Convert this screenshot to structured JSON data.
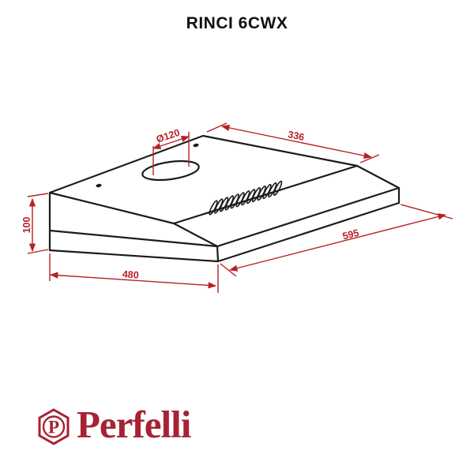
{
  "title": "RINCI 6CWX",
  "drawing": {
    "type": "technical-dimension-drawing",
    "subject": "kitchen range hood, isometric view",
    "dimensions": {
      "duct_diameter": "Ø120",
      "top_depth": "336",
      "width": "595",
      "bottom_depth": "480",
      "height": "100"
    },
    "colors": {
      "outline": "#1c1c1c",
      "dimension": "#b72025"
    }
  },
  "logo": {
    "letter": "P",
    "brand": "Perfelli",
    "color": "#a62234"
  }
}
